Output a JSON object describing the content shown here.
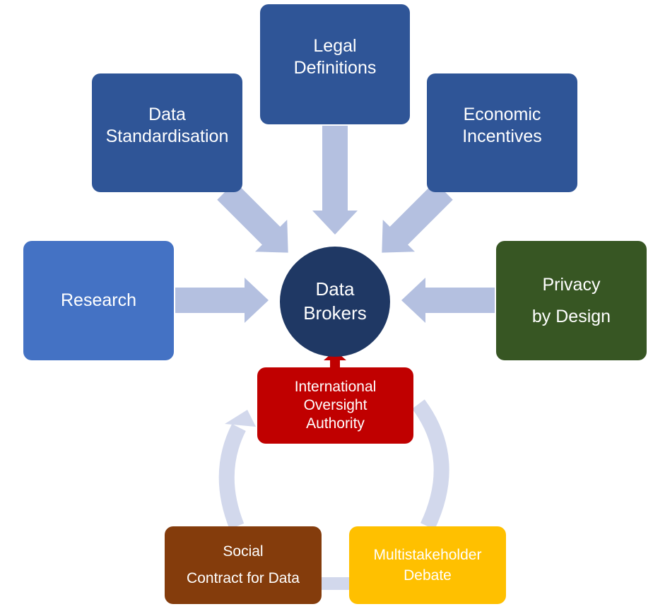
{
  "center": {
    "label": "Data\nBrokers",
    "color": "#1F3864"
  },
  "inputs": [
    {
      "id": "legal",
      "label": "Legal\nDefinitions",
      "color": "#2F5597"
    },
    {
      "id": "standardisation",
      "label": "Data\nStandardisation",
      "color": "#2F5597"
    },
    {
      "id": "economic",
      "label": "Economic\nIncentives",
      "color": "#2F5597"
    },
    {
      "id": "research",
      "label": "Research",
      "color": "#4472C4"
    },
    {
      "id": "privacy",
      "label": "Privacy\nby Design",
      "color": "#375623"
    }
  ],
  "cycle": [
    {
      "id": "oversight",
      "label": "International\nOversight\nAuthority",
      "color": "#C00000"
    },
    {
      "id": "social",
      "label": "Social\nContract for Data",
      "color": "#843C0C"
    },
    {
      "id": "debate",
      "label": "Multistakeholder\nDebate",
      "color": "#FFC000"
    }
  ],
  "arrow_color": "#B4C0E0",
  "cycle_arrow_color": "#D2D8EC"
}
